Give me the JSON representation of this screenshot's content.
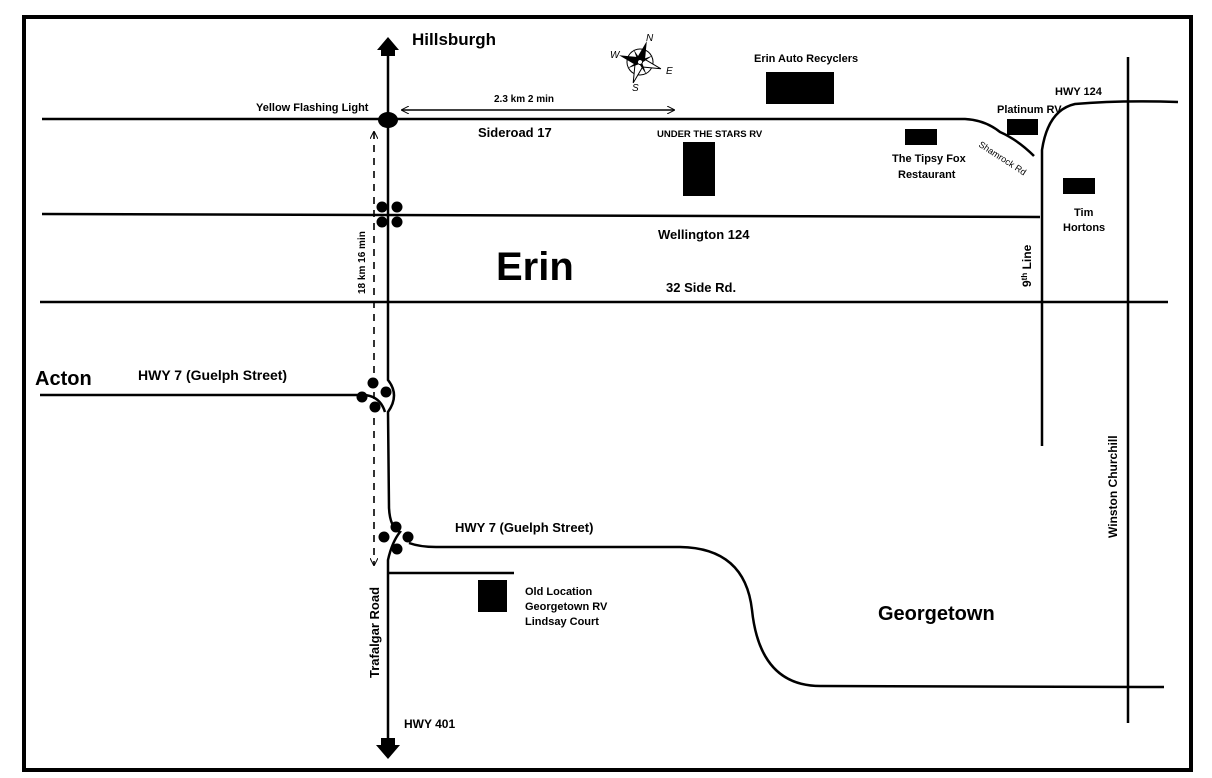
{
  "places": {
    "hillsburgh": "Hillsburgh",
    "erin": "Erin",
    "acton": "Acton",
    "georgetown": "Georgetown"
  },
  "roads": {
    "sideroad_17": "Sideroad 17",
    "wellington_124": "Wellington 124",
    "side_rd_32": "32 Side Rd.",
    "hwy7_north": "HWY 7 (Guelph Street)",
    "hwy7_south": "HWY 7 (Guelph Street)",
    "hwy_124": "HWY 124",
    "shamrock_rd": "Shamrock Rd",
    "ninth_line_num": "9",
    "ninth_line_sup": "th",
    "ninth_line_word": " Line",
    "winston_churchill": "Winston Churchill",
    "trafalgar_road": "Trafalgar Road",
    "hwy_401": "HWY 401"
  },
  "landmarks": {
    "yellow_flashing_light": "Yellow Flashing Light",
    "erin_auto_recyclers": "Erin Auto Recyclers",
    "under_the_stars_rv": "UNDER THE STARS RV",
    "platinum_rv": "Platinum RV",
    "tipsy_fox_line1": "The Tipsy Fox",
    "tipsy_fox_line2": "Restaurant",
    "tim_hortons_line1": "Tim",
    "tim_hortons_line2": "Hortons",
    "old_location_line1": "Old Location",
    "old_location_line2": "Georgetown RV",
    "old_location_line3": "Lindsay Court"
  },
  "distances": {
    "sideroad_distance": "2.3 km 2 min",
    "trafalgar_distance": "18 km 16 min"
  },
  "compass": {
    "n": "N",
    "e": "E",
    "s": "S",
    "w": "W"
  }
}
